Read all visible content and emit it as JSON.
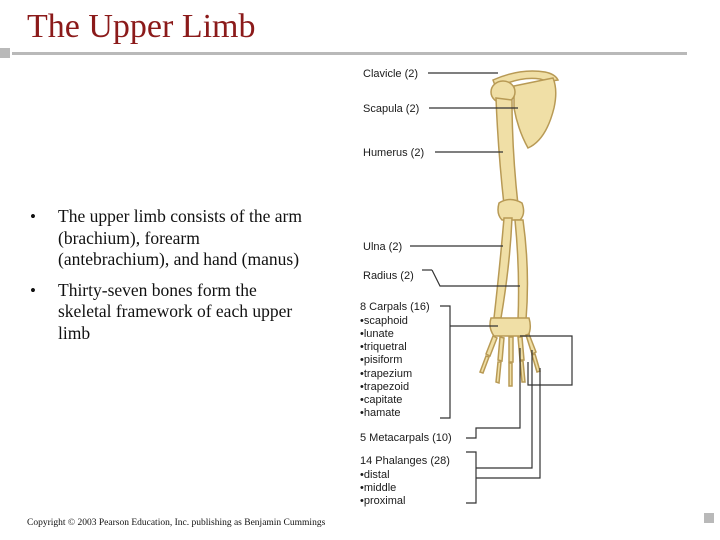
{
  "slide": {
    "title": "The Upper Limb",
    "bullets": [
      "The upper limb consists of the arm (brachium), forearm (antebrachium), and hand (manus)",
      "Thirty-seven bones form the skeletal framework of each upper limb"
    ],
    "copyright": "Copyright © 2003 Pearson Education, Inc. publishing as Benjamin Cummings"
  },
  "figure": {
    "labels": {
      "clavicle": "Clavicle (2)",
      "scapula": "Scapula (2)",
      "humerus": "Humerus (2)",
      "ulna": "Ulna (2)",
      "radius": "Radius (2)",
      "carpals": "8 Carpals (16)",
      "carpal_items": [
        "•scaphoid",
        "•lunate",
        "•triquetral",
        "•pisiform",
        "•trapezium",
        "•trapezoid",
        "•capitate",
        "•hamate"
      ],
      "metacarpals": "5 Metacarpals (10)",
      "phalanges": "14 Phalanges (28)",
      "phalanx_items": [
        "•distal",
        "•middle",
        "•proximal"
      ]
    },
    "colors": {
      "bone": "#f0dfa6",
      "bone_outline": "#b89a55",
      "leader_line": "#333333"
    }
  }
}
